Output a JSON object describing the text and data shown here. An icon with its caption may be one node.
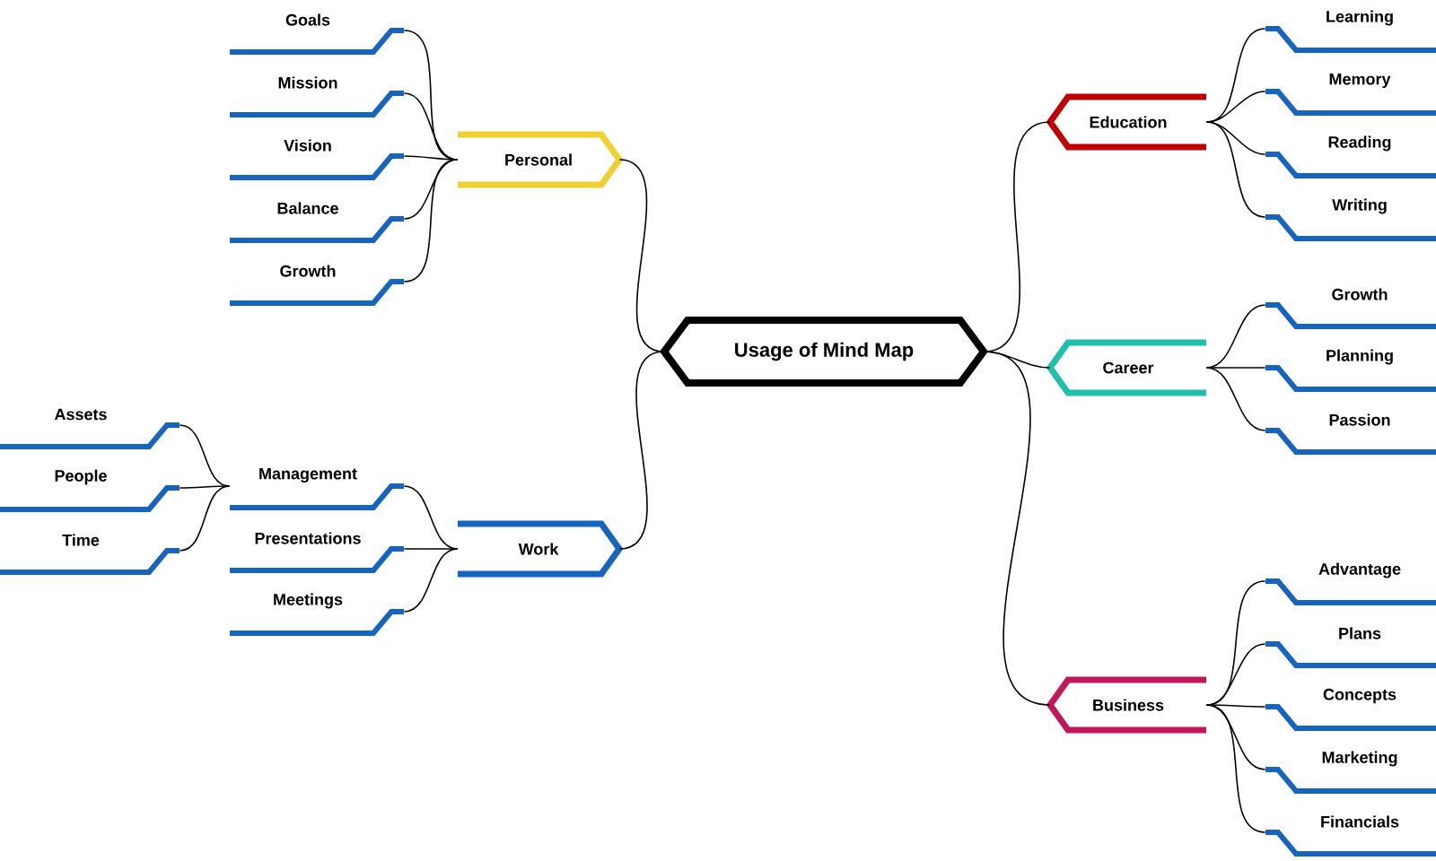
{
  "diagram": {
    "nodes": [
      {
        "text": [
          "Usage of Mind Map"
        ]
      },
      {
        "text": [
          "Personal"
        ]
      },
      {
        "text": [
          "Goals"
        ]
      },
      {
        "text": [
          "Mission"
        ]
      },
      {
        "text": [
          "Vision"
        ]
      },
      {
        "text": [
          "Balance"
        ]
      },
      {
        "text": [
          "Growth"
        ]
      },
      {
        "text": [
          "Work"
        ]
      },
      {
        "text": [
          "Management"
        ]
      },
      {
        "text": [
          "Presentations"
        ]
      },
      {
        "text": [
          "Meetings"
        ]
      },
      {
        "text": [
          "Assets"
        ]
      },
      {
        "text": [
          "People"
        ]
      },
      {
        "text": [
          "Time"
        ]
      },
      {
        "text": [
          "Education"
        ]
      },
      {
        "text": [
          "Learning"
        ]
      },
      {
        "text": [
          "Memory"
        ]
      },
      {
        "text": [
          "Reading"
        ]
      },
      {
        "text": [
          "Writing"
        ]
      },
      {
        "text": [
          "Career"
        ]
      },
      {
        "text": [
          "Growth"
        ]
      },
      {
        "text": [
          "Planning"
        ]
      },
      {
        "text": [
          "Passion"
        ]
      },
      {
        "text": [
          "Business"
        ]
      },
      {
        "text": [
          "Advantage"
        ]
      },
      {
        "text": [
          "Plans"
        ]
      },
      {
        "text": [
          "Concepts"
        ]
      },
      {
        "text": [
          "Marketing"
        ]
      },
      {
        "text": [
          "Financials"
        ]
      }
    ],
    "edges": [
      {
        "from": 0,
        "to": 1,
        "arrow": "none"
      },
      {
        "from": 0,
        "to": 7,
        "arrow": "none"
      },
      {
        "from": 0,
        "to": 14,
        "arrow": "none"
      },
      {
        "from": 0,
        "to": 19,
        "arrow": "none"
      },
      {
        "from": 0,
        "to": 23,
        "arrow": "none"
      },
      {
        "from": 1,
        "to": 2,
        "arrow": "none"
      },
      {
        "from": 1,
        "to": 3,
        "arrow": "none"
      },
      {
        "from": 1,
        "to": 4,
        "arrow": "none"
      },
      {
        "from": 1,
        "to": 5,
        "arrow": "none"
      },
      {
        "from": 1,
        "to": 6,
        "arrow": "none"
      },
      {
        "from": 7,
        "to": 8,
        "arrow": "none"
      },
      {
        "from": 7,
        "to": 9,
        "arrow": "none"
      },
      {
        "from": 7,
        "to": 10,
        "arrow": "none"
      },
      {
        "from": 8,
        "to": 11,
        "arrow": "none"
      },
      {
        "from": 8,
        "to": 12,
        "arrow": "none"
      },
      {
        "from": 8,
        "to": 13,
        "arrow": "none"
      },
      {
        "from": 14,
        "to": 15,
        "arrow": "none"
      },
      {
        "from": 14,
        "to": 16,
        "arrow": "none"
      },
      {
        "from": 14,
        "to": 17,
        "arrow": "none"
      },
      {
        "from": 14,
        "to": 18,
        "arrow": "none"
      },
      {
        "from": 19,
        "to": 20,
        "arrow": "none"
      },
      {
        "from": 19,
        "to": 21,
        "arrow": "none"
      },
      {
        "from": 19,
        "to": 22,
        "arrow": "none"
      },
      {
        "from": 23,
        "to": 24,
        "arrow": "none"
      },
      {
        "from": 23,
        "to": 25,
        "arrow": "none"
      },
      {
        "from": 23,
        "to": 26,
        "arrow": "none"
      },
      {
        "from": 23,
        "to": 27,
        "arrow": "none"
      },
      {
        "from": 23,
        "to": 28,
        "arrow": "none"
      }
    ]
  }
}
